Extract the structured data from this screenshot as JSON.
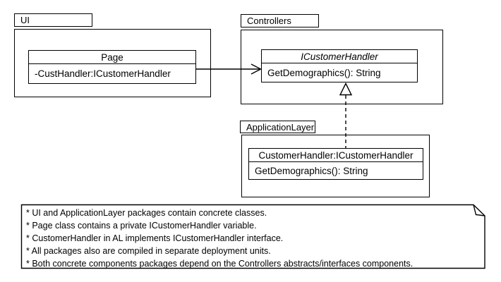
{
  "diagram": {
    "packages": [
      {
        "name": "UI",
        "classes": [
          {
            "title": "Page",
            "members": [
              "-CustHandler:ICustomerHandler"
            ]
          }
        ]
      },
      {
        "name": "Controllers",
        "classes": [
          {
            "title": "ICustomerHandler",
            "kind": "interface",
            "members": [
              "GetDemographics(): String"
            ]
          }
        ]
      },
      {
        "name": "ApplicationLayer",
        "classes": [
          {
            "title": "CustomerHandler:ICustomerHandler",
            "members": [
              "GetDemographics(): String"
            ]
          }
        ]
      }
    ],
    "relationships": [
      {
        "type": "association",
        "from": "Page",
        "to": "ICustomerHandler"
      },
      {
        "type": "realization",
        "from": "CustomerHandler:ICustomerHandler",
        "to": "ICustomerHandler"
      }
    ],
    "note": {
      "lines": [
        "* UI and ApplicationLayer packages contain concrete classes.",
        "* Page class contains a private ICustomerHandler variable.",
        "* CustomerHandler in AL implements ICustomerHandler interface.",
        "* All packages also are compiled in separate deployment units.",
        "* Both concrete components packages depend on the Controllers abstracts/interfaces components."
      ]
    },
    "colors": {
      "line": "#000000",
      "background": "#ffffff"
    }
  }
}
